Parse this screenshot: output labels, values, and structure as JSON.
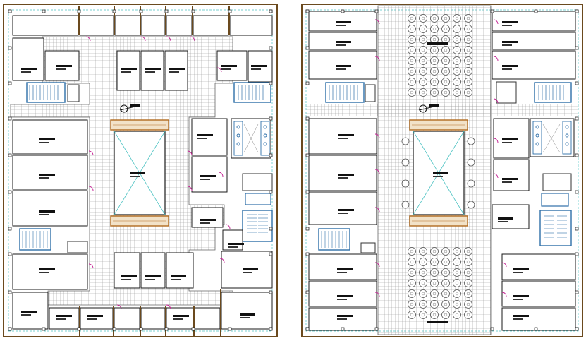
{
  "drawing": {
    "colors": {
      "background": "#ffffff",
      "outer_wall": "#6b4a1e",
      "wall": "#1a1a1a",
      "partition": "#1f2a6b",
      "tile_grid": "#9a9a9a",
      "dim_line": "#4ec3c3",
      "escalator": "#b06a1e",
      "stair": "#2e6fa8",
      "door_swing": "#c2188f",
      "furniture": "#555555",
      "label_block": "#111111",
      "highlight": "#e6e68a"
    },
    "icons": [
      "north-arrow-icon",
      "escalator-icon",
      "stair-icon",
      "lift-icon",
      "door-swing-icon",
      "round-table-icon"
    ],
    "plans": [
      {
        "id": "left",
        "name": "floor-plan-left"
      },
      {
        "id": "right",
        "name": "floor-plan-right"
      }
    ]
  }
}
